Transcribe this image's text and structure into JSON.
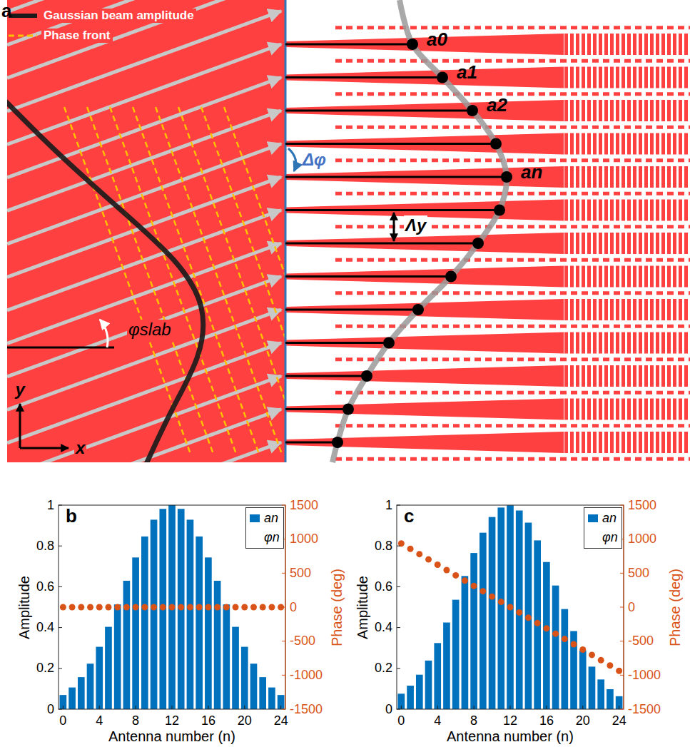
{
  "diagram": {
    "labels": [
      "a",
      "a0",
      "a1",
      "a2",
      "an",
      "Δφ",
      "Λy",
      "φslab",
      "y",
      "x",
      "b",
      "Amplitude",
      "Phase (deg)",
      "Antenna number (n)",
      "0",
      "0.2",
      "0.4",
      "0.6",
      "0.8",
      "1",
      "1500",
      "1000",
      "500",
      "0",
      "-500",
      "-1000",
      "-1500",
      "0",
      "4",
      "8",
      "12",
      "16",
      "20",
      "24",
      "c",
      "Amplitude",
      "Phase (deg)",
      "Antenna number (n)",
      "0",
      "0.2",
      "0.4",
      "0.6",
      "0.8",
      "1",
      "1500",
      "1000",
      "500",
      "0",
      "-500",
      "-1000",
      "-1500",
      "0",
      "4",
      "8",
      "12",
      "16",
      "20",
      "24"
    ],
    "legend": [
      {
        "text": "Gaussian beam amplitude"
      },
      {
        "text": "Phase front"
      },
      {
        "text": "an",
        "color": "#0072bd"
      },
      {
        "text": "φn"
      },
      {
        "text": "an",
        "color": "#0072bd"
      },
      {
        "text": "φn"
      }
    ]
  }
}
